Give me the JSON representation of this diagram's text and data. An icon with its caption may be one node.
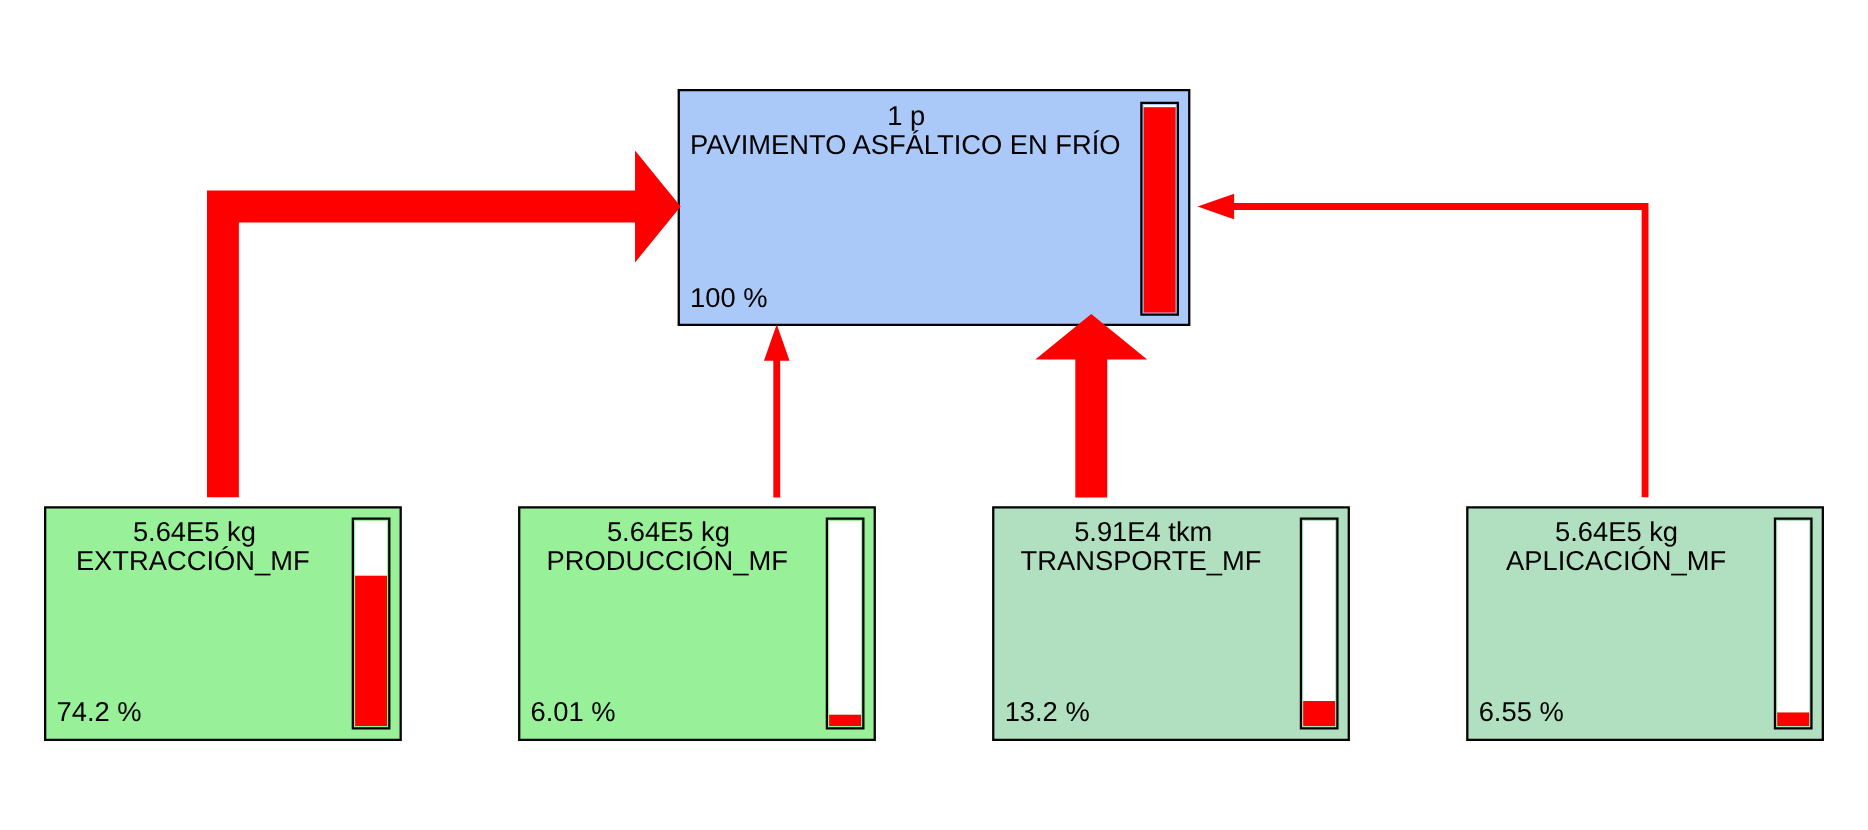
{
  "diagram": {
    "nodes": [
      {
        "text": [
          "1 p",
          "PAVIMENTO ASFÁLTICO EN FRÍO",
          "100 %"
        ]
      },
      {
        "text": [
          "5.64E5 kg",
          "EXTRACCIÓN_MF",
          "74.2 %"
        ]
      },
      {
        "text": [
          "5.64E5 kg",
          "PRODUCCIÓN_MF",
          "6.01 %"
        ]
      },
      {
        "text": [
          "5.91E4 tkm",
          "TRANSPORTE_MF",
          "13.2 %"
        ]
      },
      {
        "text": [
          "5.64E5 kg",
          "APLICACIÓN_MF",
          "6.55 %"
        ]
      }
    ],
    "edges": [
      {
        "from": 1,
        "to": 0,
        "arrow": "to",
        "style": "thick"
      },
      {
        "from": 2,
        "to": 0,
        "arrow": "to"
      },
      {
        "from": 3,
        "to": 0,
        "arrow": "to",
        "style": "thick"
      },
      {
        "from": 4,
        "to": 0,
        "arrow": "to"
      }
    ]
  }
}
